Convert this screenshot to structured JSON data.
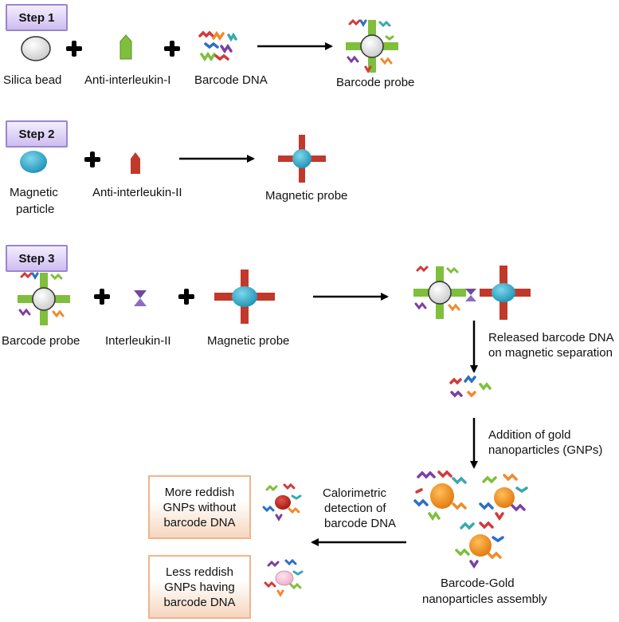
{
  "steps": [
    "Step 1",
    "Step 2",
    "Step 3"
  ],
  "step1": {
    "labels": [
      "Silica bead",
      "Anti-interleukin-I",
      "Barcode DNA",
      "Barcode probe"
    ]
  },
  "step2": {
    "label_magnetic_1": "Magnetic",
    "label_magnetic_2": "particle",
    "label_antibody": "Anti-interleukin-II",
    "label_probe": "Magnetic probe"
  },
  "step3": {
    "label_barcode_probe": "Barcode probe",
    "label_interleukin": "Interleukin-II",
    "label_magnetic_probe": "Magnetic probe",
    "released_1": "Released barcode DNA",
    "released_2": "on magnetic separation",
    "gold_1": "Addition of gold",
    "gold_2": "nanoparticles (GNPs)",
    "assembly_1": "Barcode-Gold",
    "assembly_2": "nanoparticles assembly",
    "calori_1": "Calorimetric",
    "calori_2": "detection of",
    "calori_3": "barcode DNA"
  },
  "results": {
    "more_1": "More reddish",
    "more_2": "GNPs without",
    "more_3": "barcode DNA",
    "less_1": "Less reddish",
    "less_2": "GNPs having",
    "less_3": "barcode DNA"
  },
  "colors": {
    "antibody_green": "#7fbf3c",
    "antibody_red": "#c0392b",
    "magnetic_blue": "#2aa9c9",
    "gold": "#f28a1c",
    "interleukin": "#6e4a9e"
  }
}
